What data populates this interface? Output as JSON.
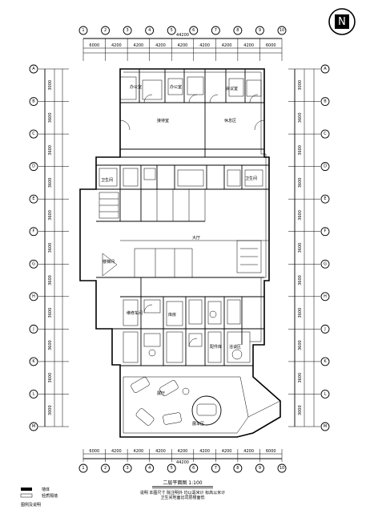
{
  "drawing": {
    "title": "二层平面图 1:100",
    "north_label": "N",
    "north_icon": "north-arrow-icon",
    "notes": [
      "说明 本图尺寸 除注明外 均以毫米计 标高以米计",
      "卫生间地面比同层楼面低"
    ],
    "legend": [
      {
        "label": "墙体",
        "icon": "solid-wall-icon"
      },
      {
        "label": "轻质隔墙",
        "icon": "partition-wall-icon"
      }
    ],
    "legend_footer": "图例及说明"
  },
  "axes": {
    "top": [
      "1",
      "2",
      "3",
      "4",
      "5",
      "6",
      "7",
      "8",
      "9",
      "10"
    ],
    "bottom": [
      "1",
      "2",
      "3",
      "4",
      "5",
      "6",
      "7",
      "8",
      "9",
      "10"
    ],
    "left": [
      "A",
      "B",
      "C",
      "D",
      "E",
      "F",
      "G",
      "H",
      "J",
      "K",
      "L",
      "M"
    ],
    "right": [
      "A",
      "B",
      "C",
      "D",
      "E",
      "F",
      "G",
      "H",
      "J",
      "K",
      "L",
      "M"
    ]
  },
  "dims": {
    "top_total": "44200",
    "top_segments": [
      "6000",
      "4200",
      "4200",
      "4200",
      "4200",
      "4200",
      "4200",
      "4200",
      "6000"
    ],
    "bottom_total": "44200",
    "bottom_segments": [
      "6000",
      "4200",
      "4200",
      "4200",
      "4200",
      "4200",
      "4200",
      "4200",
      "6000"
    ],
    "left_segments": [
      "3000",
      "3600",
      "3600",
      "3600",
      "3600",
      "3600",
      "3600",
      "3600",
      "3600",
      "3600",
      "3000"
    ],
    "right_segments": [
      "3000",
      "3600",
      "3600",
      "3600",
      "3600",
      "3600",
      "3600",
      "3600",
      "3600",
      "3600",
      "3000"
    ]
  },
  "rooms": [
    {
      "label": "办公室"
    },
    {
      "label": "办公室"
    },
    {
      "label": "会议室"
    },
    {
      "label": "接待室"
    },
    {
      "label": "休息区"
    },
    {
      "label": "大厅"
    },
    {
      "label": "卫生间"
    },
    {
      "label": "卫生间"
    },
    {
      "label": "展厅"
    },
    {
      "label": "维修车间"
    },
    {
      "label": "库房"
    },
    {
      "label": "配件库"
    },
    {
      "label": "洽谈区"
    },
    {
      "label": "展车区"
    },
    {
      "label": "楼梯间"
    }
  ]
}
